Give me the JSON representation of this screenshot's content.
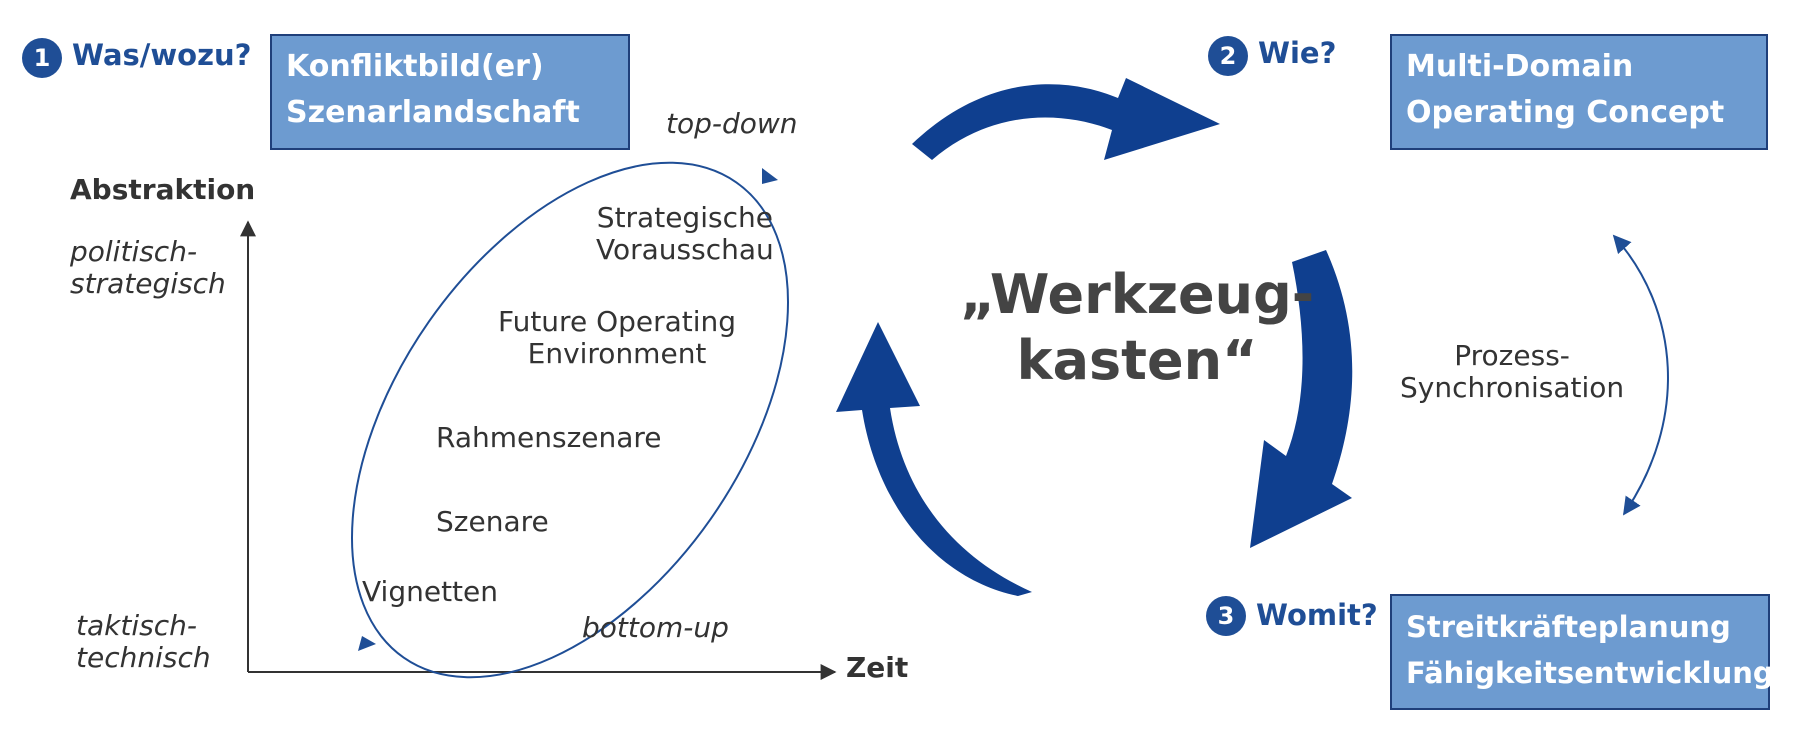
{
  "colors": {
    "accent": "#1f4e96",
    "box_fill": "#6d9bd0",
    "box_border": "#1f3f7a",
    "text": "#333333"
  },
  "steps": [
    {
      "number": "1",
      "question": "Was/wozu?",
      "box_lines": [
        "Konfliktbild(er)",
        "Szenarlandschaft"
      ]
    },
    {
      "number": "2",
      "question": "Wie?",
      "box_lines": [
        "Multi-Domain",
        "Operating Concept"
      ]
    },
    {
      "number": "3",
      "question": "Womit?",
      "box_lines": [
        "Streitkräfteplanung",
        "Fähigkeitsentwicklung"
      ]
    }
  ],
  "axis": {
    "y_title": "Abstraktion",
    "y_top": [
      "politisch-",
      "strategisch"
    ],
    "y_bottom": [
      "taktisch-",
      "technisch"
    ],
    "x_title": "Zeit"
  },
  "ellipse": {
    "top_label": "top-down",
    "bottom_label": "bottom-up",
    "levels": [
      [
        "Strategische",
        "Vorausschau"
      ],
      [
        "Future Operating",
        "Environment"
      ],
      [
        "Rahmenszenare"
      ],
      [
        "Szenare"
      ],
      [
        "Vignetten"
      ]
    ]
  },
  "center": {
    "lines": [
      "„Werkzeug-",
      "kasten“"
    ]
  },
  "sync": {
    "lines": [
      "Prozess-",
      "Synchronisation"
    ]
  }
}
